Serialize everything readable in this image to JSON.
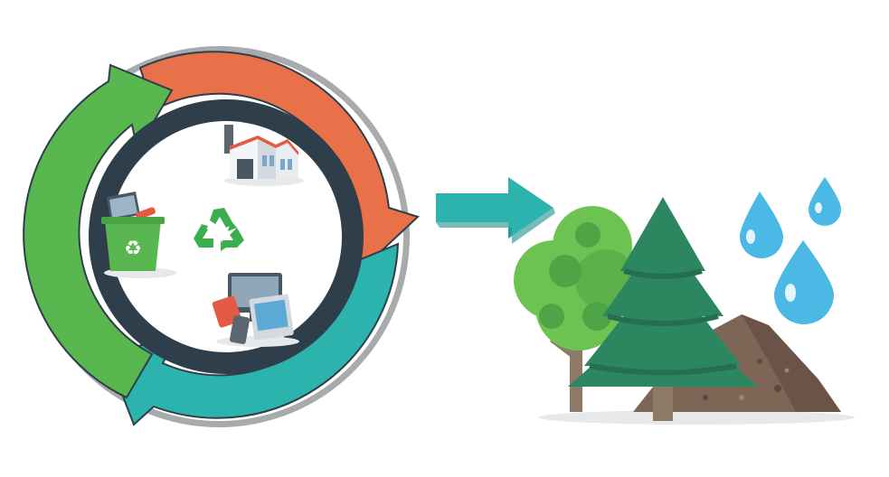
{
  "diagram": {
    "type": "recycling-cycle",
    "cycle": {
      "stages": [
        {
          "name": "factory",
          "icon": "factory-icon"
        },
        {
          "name": "electronic-devices",
          "icon": "devices-icon"
        },
        {
          "name": "recycling-bin",
          "icon": "recycle-bin-icon"
        }
      ],
      "center_symbol": "recycle-symbol-icon",
      "arrow_colors": {
        "orange": "#E8714A",
        "teal": "#2DB3AE",
        "green": "#58B74E"
      },
      "ring_color": "#2E3E4A",
      "outer_ring_color": "#A7ABAD"
    },
    "flow_arrow": {
      "icon": "right-arrow-icon",
      "color": "#2DB3AE"
    },
    "result": {
      "elements": [
        "deciduous-tree-icon",
        "pine-tree-icon",
        "soil-pile-icon",
        "water-drop-icon"
      ],
      "colors": {
        "tree_light": "#6DC351",
        "tree_dark": "#3C9A4C",
        "pine": "#2C8660",
        "trunk": "#8C7A66",
        "soil": "#7E6657",
        "water": "#4CB8E6"
      }
    }
  }
}
